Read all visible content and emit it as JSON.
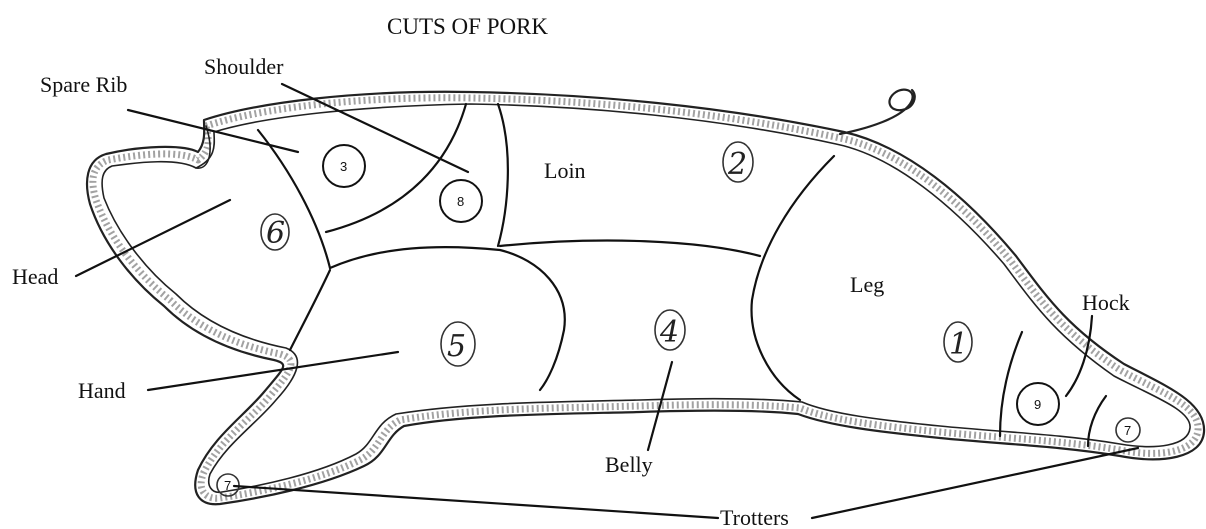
{
  "title": "CUTS OF PORK",
  "labels": {
    "spare_rib": "Spare Rib",
    "shoulder": "Shoulder",
    "head": "Head",
    "hand": "Hand",
    "belly": "Belly",
    "trotters": "Trotters",
    "hock": "Hock",
    "loin": "Loin",
    "leg": "Leg"
  },
  "numbers": {
    "leg": "1",
    "loin": "2",
    "spare_rib": "3",
    "belly": "4",
    "hand": "5",
    "head": "6",
    "front_trotter": "7",
    "shoulder": "8",
    "hock": "9",
    "back_trotter": "7"
  }
}
